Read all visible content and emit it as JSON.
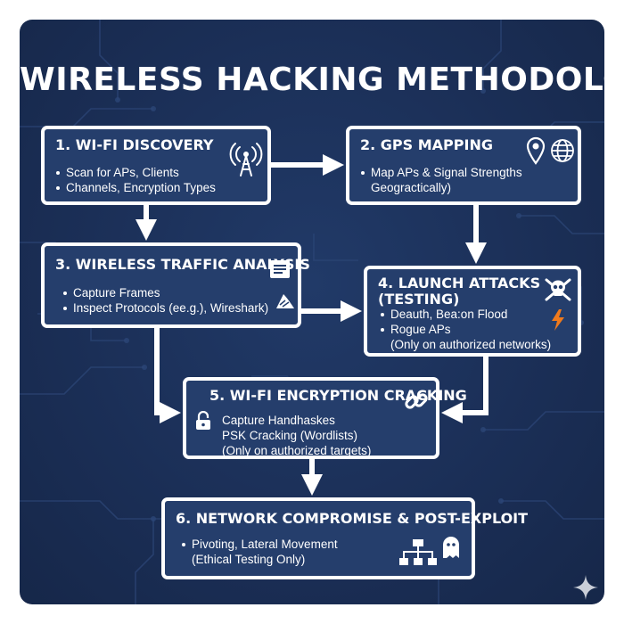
{
  "title": "WIRELESS HACKING METHODOLOGY",
  "steps": [
    {
      "title": "1. WI-FI DISCOVERY",
      "lines": [
        {
          "text": "Scan for APs, Clients",
          "bullet": true
        },
        {
          "text": "Channels, Encryption Types",
          "bullet": true
        }
      ],
      "icons": [
        "radio-tower-icon"
      ]
    },
    {
      "title": "2. GPS MAPPING",
      "lines": [
        {
          "text": "Map APs & Signal Strengths",
          "bullet": true
        },
        {
          "text": "Geogractically)",
          "bullet": false
        }
      ],
      "icons": [
        "map-pin-icon",
        "globe-icon"
      ]
    },
    {
      "title": "3. WIRELESS TRAFFIC ANALYSIS",
      "lines": [
        {
          "text": "Capture Frames",
          "bullet": true
        },
        {
          "text": "Inspect Protocols (ee.g.), Wireshark)",
          "bullet": true
        }
      ],
      "icons": [
        "document-icon",
        "shark-fin-icon"
      ]
    },
    {
      "title": "4. LAUNCH ATTACKS",
      "title2": "(TESTING)",
      "lines": [
        {
          "text": "Deauth, Bea:on Flood",
          "bullet": true
        },
        {
          "text": "Rogue APs",
          "bullet": true
        },
        {
          "text": "(Only on authorized networks)",
          "bullet": false
        }
      ],
      "icons": [
        "skull-crossbones-icon",
        "lightning-bolt-icon"
      ],
      "accent": "#f07a1c"
    },
    {
      "title": "5. WI-FI ENCRYPTION CRACKING",
      "lines": [
        {
          "text": "Capture Handhaskes",
          "bullet": false
        },
        {
          "text": "PSK Cracking (Wordlists)",
          "bullet": false
        },
        {
          "text": "(Only on authorized targets)",
          "bullet": false
        }
      ],
      "icons": [
        "chain-link-icon",
        "padlock-icon"
      ]
    },
    {
      "title": "6. NETWORK COMPROMISE & POST-EXPLOIT",
      "lines": [
        {
          "text": "Pivoting, Lateral Movement",
          "bullet": true
        },
        {
          "text": "(Ethical Testing Only)",
          "bullet": false
        }
      ],
      "icons": [
        "network-hierarchy-icon",
        "ghost-icon"
      ]
    }
  ],
  "colors": {
    "background": "#1b2f57",
    "box_fill": "#253e6c",
    "stroke": "#ffffff",
    "accent": "#f07a1c"
  }
}
